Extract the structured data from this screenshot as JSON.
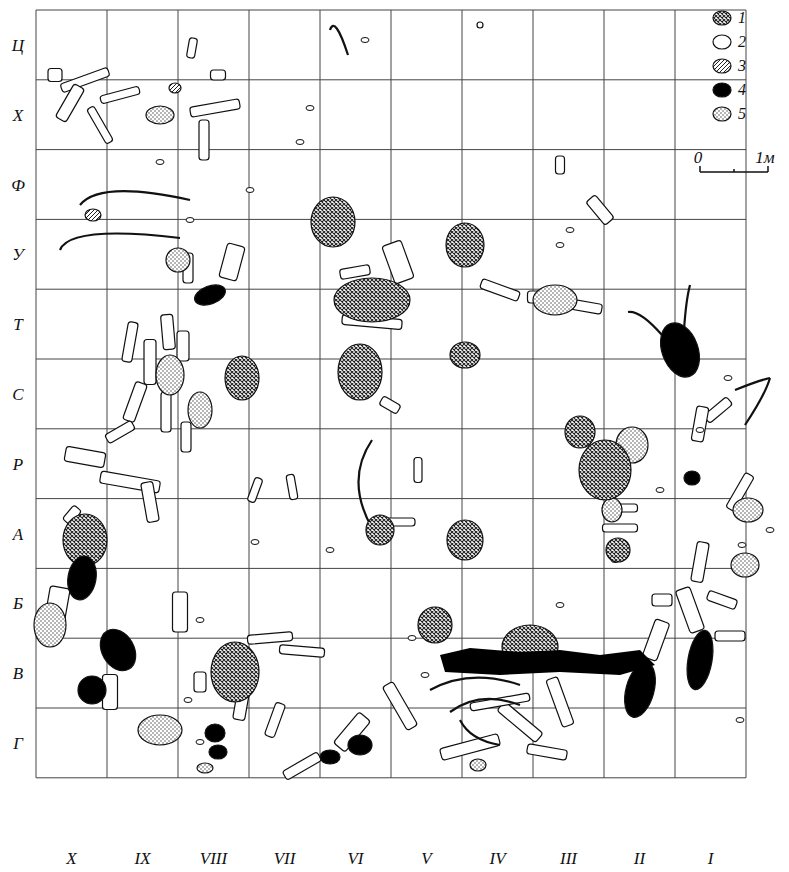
{
  "diagram": {
    "labels": [
      "Ц",
      "Х",
      "Ф",
      "У",
      "Т",
      "С",
      "Р",
      "А",
      "Б",
      "В",
      "Г",
      "X",
      "IX",
      "VIII",
      "VII",
      "VI",
      "V",
      "IV",
      "III",
      "II",
      "I",
      "0",
      "1м"
    ],
    "legend": [
      {
        "text": "1"
      },
      {
        "text": "2",
        "color": "#ffffff"
      },
      {
        "text": "3"
      },
      {
        "text": "4",
        "color": "#000000"
      },
      {
        "text": "5"
      }
    ]
  }
}
